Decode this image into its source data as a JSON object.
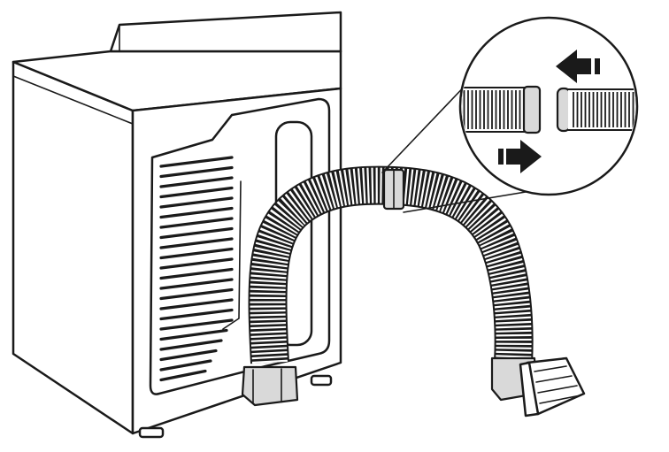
{
  "figure": {
    "subject": "dryer-exhaust-duct-connection",
    "colors": {
      "line": "#1a1a1a",
      "fill": "#ffffff",
      "shade": "#d9d9d9"
    },
    "icons": [
      "dryer-cabinet",
      "exhaust-hose",
      "exhaust-hood",
      "detail-magnifier",
      "arrow-left-icon",
      "arrow-right-icon"
    ]
  }
}
